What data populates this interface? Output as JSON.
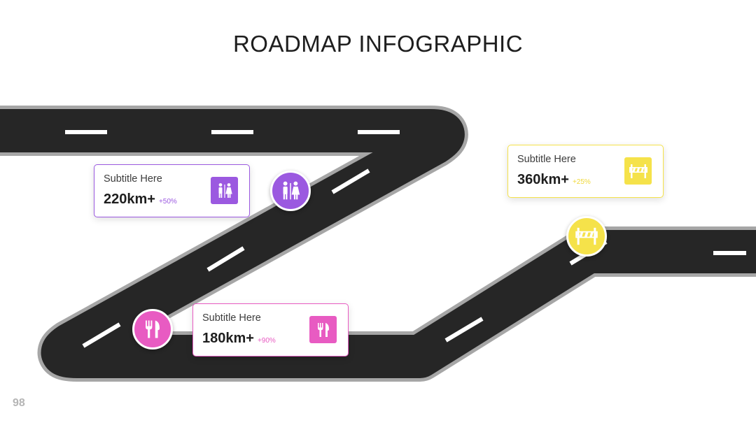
{
  "title": "ROADMAP INFOGRAPHIC",
  "page_number": "98",
  "colors": {
    "road": "#262626",
    "road_edge": "#a6a6a6",
    "lane": "#ffffff",
    "purple": "#9b59e0",
    "pink": "#e85bc2",
    "yellow": "#f5e24a"
  },
  "milestones": [
    {
      "subtitle": "Subtitle Here",
      "value": "220km+",
      "change": "+50%",
      "icon": "restroom-icon",
      "color": "#9b59e0"
    },
    {
      "subtitle": "Subtitle Here",
      "value": "180km+",
      "change": "+90%",
      "icon": "fork-knife-icon",
      "color": "#e85bc2"
    },
    {
      "subtitle": "Subtitle Here",
      "value": "360km+",
      "change": "+25%",
      "icon": "road-barrier-icon",
      "color": "#f5e24a"
    }
  ]
}
